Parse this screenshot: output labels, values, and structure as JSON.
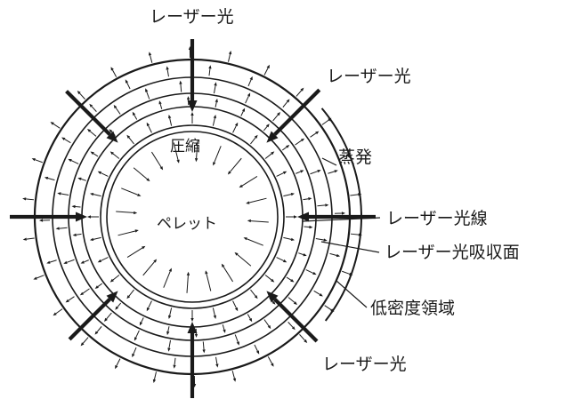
{
  "labels": {
    "laser_top": "レーザー光",
    "laser_upper_right": "レーザー光",
    "evaporation": "蒸発",
    "laser_ray": "レーザー光線",
    "absorption_surface": "レーザー光吸収面",
    "low_density_region": "低密度領域",
    "laser_bottom": "レーザー光",
    "compression": "圧縮",
    "pellet": "ペレット"
  },
  "colors": {
    "ink": "#1a1a1a",
    "background": "#ffffff"
  }
}
